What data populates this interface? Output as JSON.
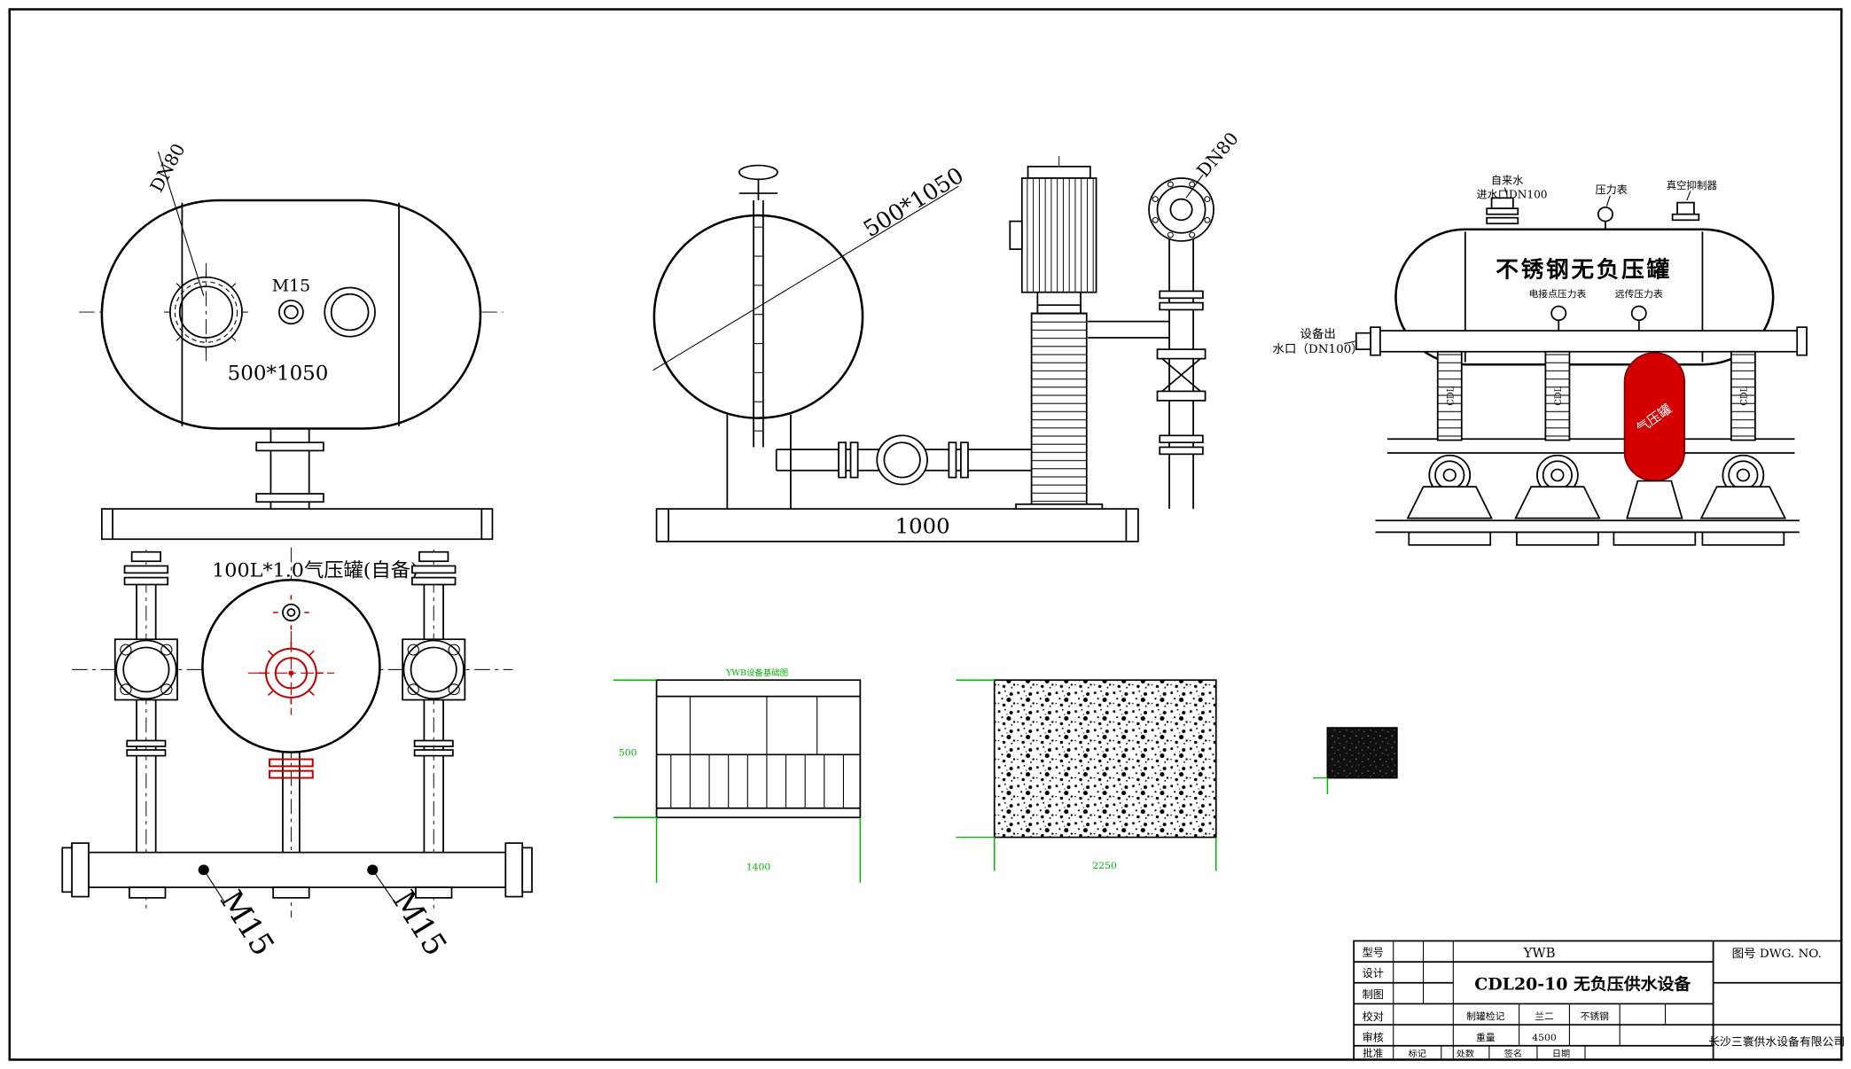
{
  "front_view": {
    "dn80_label": "DN80",
    "m15_label": "M15",
    "dim_label": "500*1050"
  },
  "plan_view": {
    "tank_label": "100L*1.0气压罐(自备)",
    "m15_left": "M15",
    "m15_right": "M15"
  },
  "side_view": {
    "dim_label": "500*1050",
    "dn80_label": "DN80",
    "base_dim": "1000"
  },
  "assembly_view": {
    "tank_title": "不锈钢无负压罐",
    "inlet_line1": "自来水",
    "inlet_line2": "进水口DN100",
    "gauge_top": "压力表",
    "vacuum_label": "真空抑制器",
    "gauge_left": "电接点压力表",
    "gauge_right": "远传压力表",
    "outlet_line1": "设备出",
    "outlet_line2": "水口（DN100）",
    "red_tank_label": "气压罐",
    "pump_model": "CDL"
  },
  "details": {
    "frame_title": "YWB设备基础图",
    "frame_dim_left": "500",
    "frame_dim_bottom": "1400",
    "panel_dim_bottom": "2250"
  },
  "title_block": {
    "model_label": "型号",
    "model_value": "YWB",
    "dwg_no_label": "图号 DWG. NO.",
    "product_name": "CDL20-10  无负压供水设备",
    "design_label": "设计",
    "draft_label": "制图",
    "check_label": "校对",
    "audit_label": "审核",
    "approve_label": "批准",
    "tank_check_label": "制罐检记",
    "tank_check_v1": "兰二",
    "material_value": "不锈钢",
    "weight_label": "重量",
    "weight_value": "4500",
    "mark_label": "标记",
    "count_label": "处数",
    "sign_label": "签名",
    "date_label": "日期",
    "company": "长沙三寰供水设备有限公司"
  },
  "colors": {
    "accent_red": "#cc0000",
    "accent_green": "#00b400"
  }
}
